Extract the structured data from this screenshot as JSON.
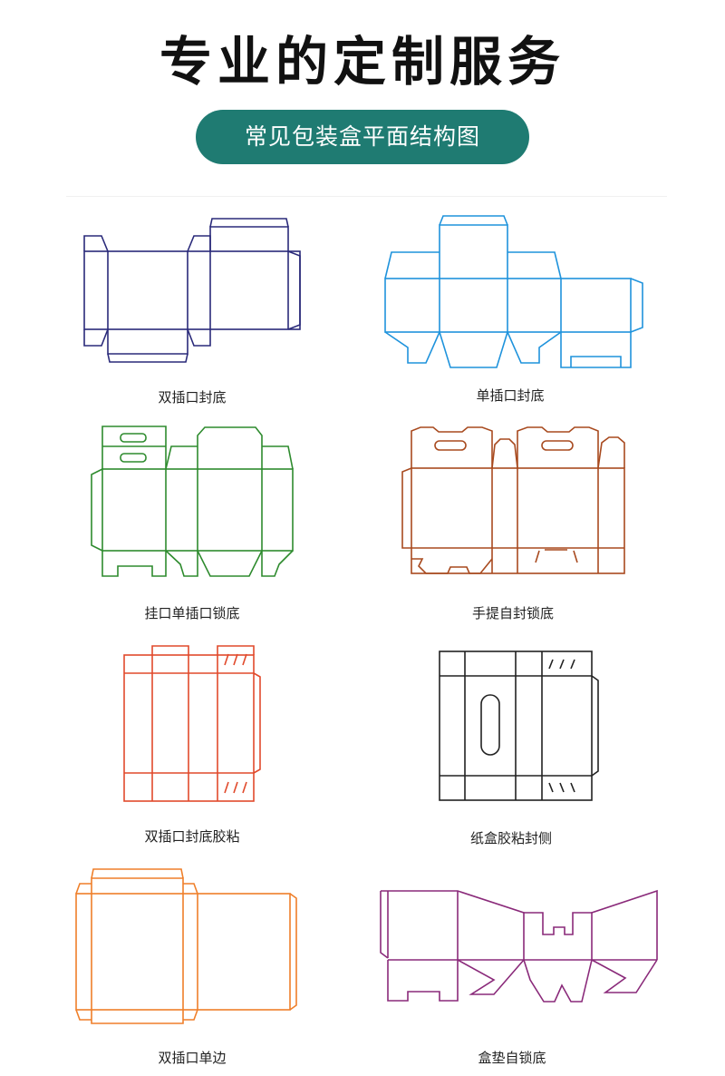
{
  "header": {
    "title": "专业的定制服务",
    "subtitle": "常见包装盒平面结构图"
  },
  "colors": {
    "accent": "#1f7b72",
    "navy": "#2a2a7a",
    "blue": "#1f93dc",
    "green": "#2e8b2e",
    "brown": "#a84a1f",
    "red": "#e14a2c",
    "black": "#222222",
    "orange": "#ef7f2a",
    "purple": "#8a2a7a"
  },
  "boxes": [
    {
      "label": "双插口封底",
      "icon": "double-tuck-box-icon"
    },
    {
      "label": "单插口封底",
      "icon": "single-tuck-box-icon"
    },
    {
      "label": "挂口单插口锁底",
      "icon": "hang-tab-lock-bottom-box-icon"
    },
    {
      "label": "手提自封锁底",
      "icon": "handle-lock-bottom-box-icon"
    },
    {
      "label": "双插口封底胶粘",
      "icon": "double-tuck-glued-box-icon"
    },
    {
      "label": "纸盒胶粘封侧",
      "icon": "side-glued-box-icon"
    },
    {
      "label": "双插口单边",
      "icon": "double-tuck-single-side-box-icon"
    },
    {
      "label": "盒垫自锁底",
      "icon": "tray-self-lock-box-icon"
    }
  ]
}
